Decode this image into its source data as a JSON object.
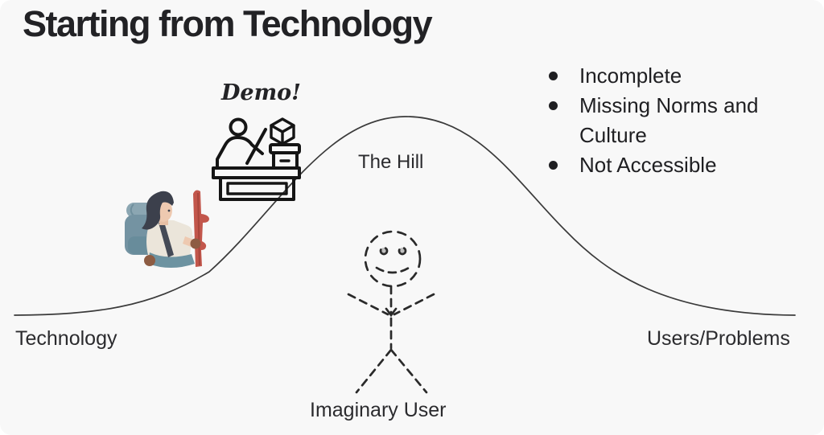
{
  "title": {
    "text": "Starting from Technology"
  },
  "demo": {
    "label": "Demo!"
  },
  "hill": {
    "label": "The Hill"
  },
  "bullets": {
    "items": [
      "Incomplete",
      "Missing Norms and Culture",
      "Not Accessible"
    ]
  },
  "figure": {
    "label": "Imaginary User"
  },
  "axis": {
    "left": "Technology",
    "right": "Users/Problems"
  },
  "colors": {
    "background": "#f8f8f8",
    "text": "#232326",
    "curve": "#3a3a3a",
    "icon_stroke": "#151515",
    "stick_red": "#c2564b",
    "backpack_teal": "#7493a2",
    "shirt_cream": "#ebe5da",
    "hair_dark": "#3c404c",
    "skin": "#eec9b0",
    "glove_brown": "#8d5c43"
  }
}
